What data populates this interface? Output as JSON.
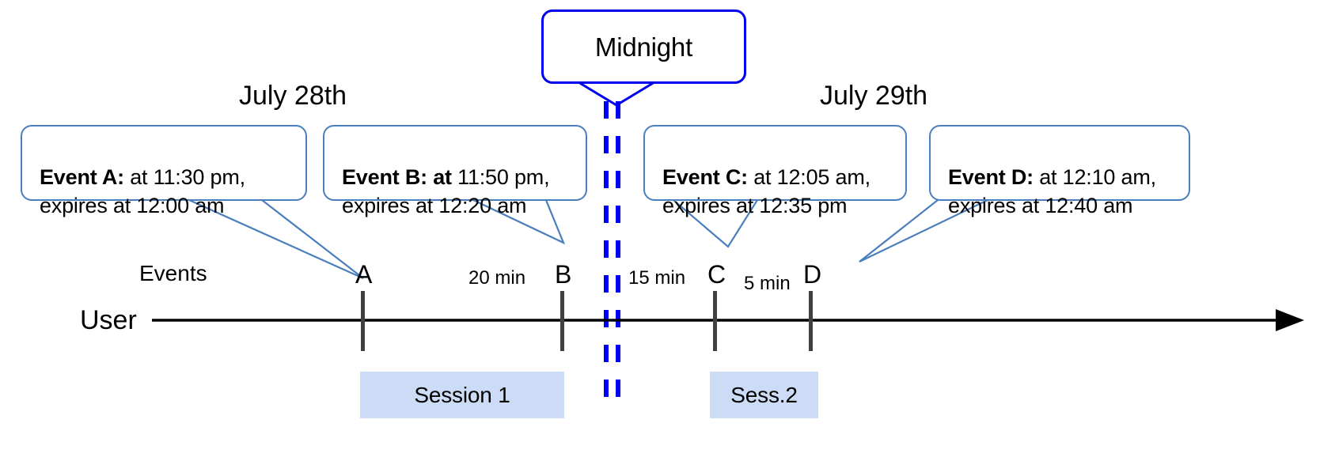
{
  "diagram": {
    "title_note": "Session timeline across midnight boundary",
    "colors": {
      "callout_border": "#4a7ebc",
      "midnight_border": "#0000f0",
      "midnight_dashes": "#0000f0",
      "leader_line": "#4a7ebc",
      "marker": "#404040",
      "timeline": "#000000",
      "session_fill": "#ccdcf6"
    }
  },
  "midnight": {
    "label": "Midnight"
  },
  "dates": [
    {
      "label": "July 28th"
    },
    {
      "label": "July 29th"
    }
  ],
  "callouts": [
    {
      "id": "event-a",
      "bold": "Event A:",
      "bold_tail": "",
      "rest": " at 11:30 pm,\nexpires at 12:00 am"
    },
    {
      "id": "event-b",
      "bold": "Event B: at",
      "bold_tail": "",
      "rest": " 11:50 pm,\nexpires at 12:20 am"
    },
    {
      "id": "event-c",
      "bold": "Event C:",
      "bold_tail": "",
      "rest": " at 12:05 am,\nexpires at 12:35 pm"
    },
    {
      "id": "event-d",
      "bold": "Event D:",
      "bold_tail": "",
      "rest": "  at 12:10 am,\nexpires at 12:40 am"
    }
  ],
  "axis": {
    "row_label": "User",
    "events_label": "Events"
  },
  "markers": [
    {
      "id": "marker-a",
      "label": "A"
    },
    {
      "id": "marker-b",
      "label": "B"
    },
    {
      "id": "marker-c",
      "label": "C"
    },
    {
      "id": "marker-d",
      "label": "D"
    }
  ],
  "intervals": [
    {
      "id": "interval-ab",
      "label": "20 min"
    },
    {
      "id": "interval-bc",
      "label": "15 min"
    },
    {
      "id": "interval-cd",
      "label": "5 min"
    }
  ],
  "sessions": [
    {
      "id": "session-1",
      "label": "Session 1"
    },
    {
      "id": "session-2",
      "label": "Sess.2"
    }
  ]
}
